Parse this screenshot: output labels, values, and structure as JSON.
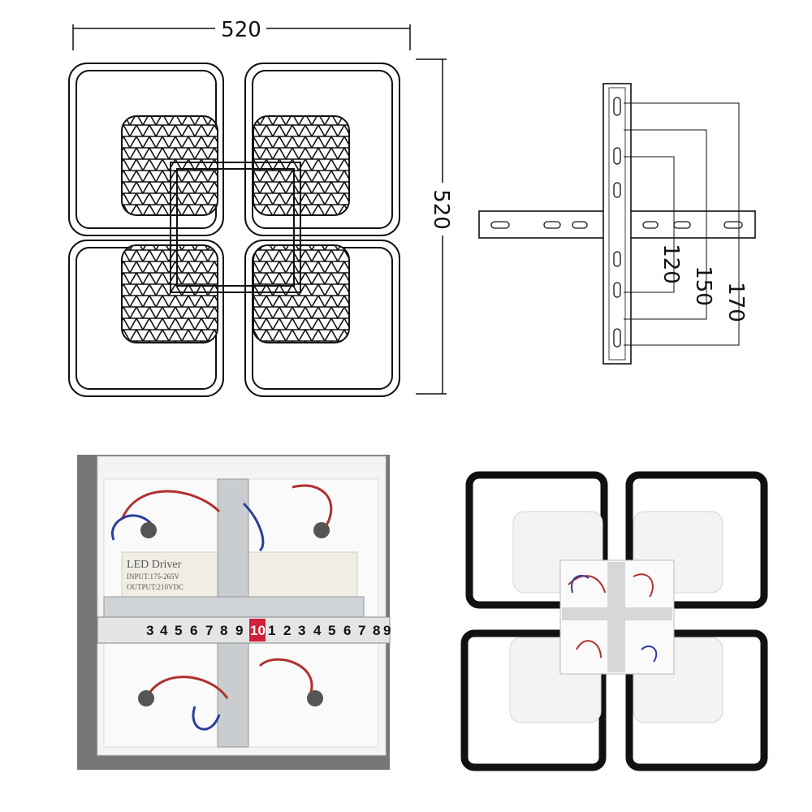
{
  "drawing": {
    "width_label": "520",
    "height_label": "520",
    "bracket_dims": [
      "120",
      "150",
      "170"
    ]
  },
  "photo_left": {
    "driver_label": "LED Driver",
    "driver_input": "INPUT:175-265V",
    "driver_output": "OUTPUT:210VDC",
    "ruler_marks": [
      "3",
      "4",
      "5",
      "6",
      "7",
      "8",
      "9",
      "10",
      "1",
      "2",
      "3",
      "4",
      "5",
      "6",
      "7",
      "8",
      "9"
    ],
    "ruler_highlight": "10"
  },
  "colors": {
    "line": "#111111",
    "photo_bg": "#f2f2f2",
    "ruler_red": "#d0203a"
  }
}
